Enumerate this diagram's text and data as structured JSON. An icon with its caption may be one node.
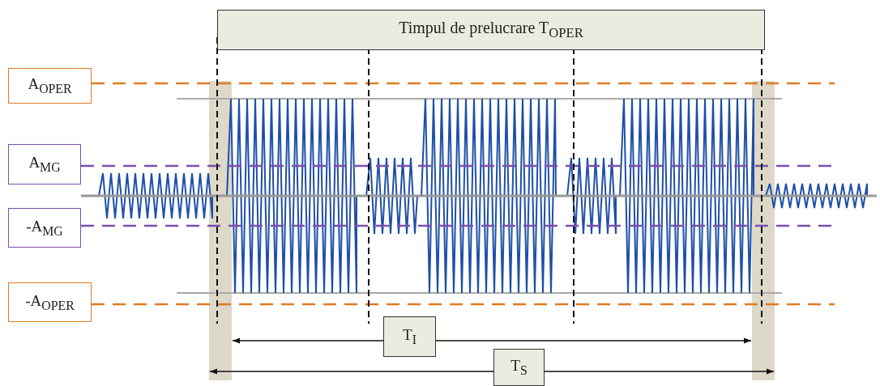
{
  "diagram": {
    "nodes": [
      {
        "text": [
          "Timpul de prelucrare T$_{OPER}$"
        ]
      },
      {
        "text": [
          "A$_{OPER}$"
        ]
      },
      {
        "text": [
          "A$_{MG}$"
        ]
      },
      {
        "text": [
          "-A$_{MG}$"
        ]
      },
      {
        "text": [
          "-A$_{OPER}$"
        ]
      },
      {
        "text": [
          "T$_{I}$"
        ]
      },
      {
        "text": [
          "T$_{S}$"
        ]
      }
    ]
  }
}
